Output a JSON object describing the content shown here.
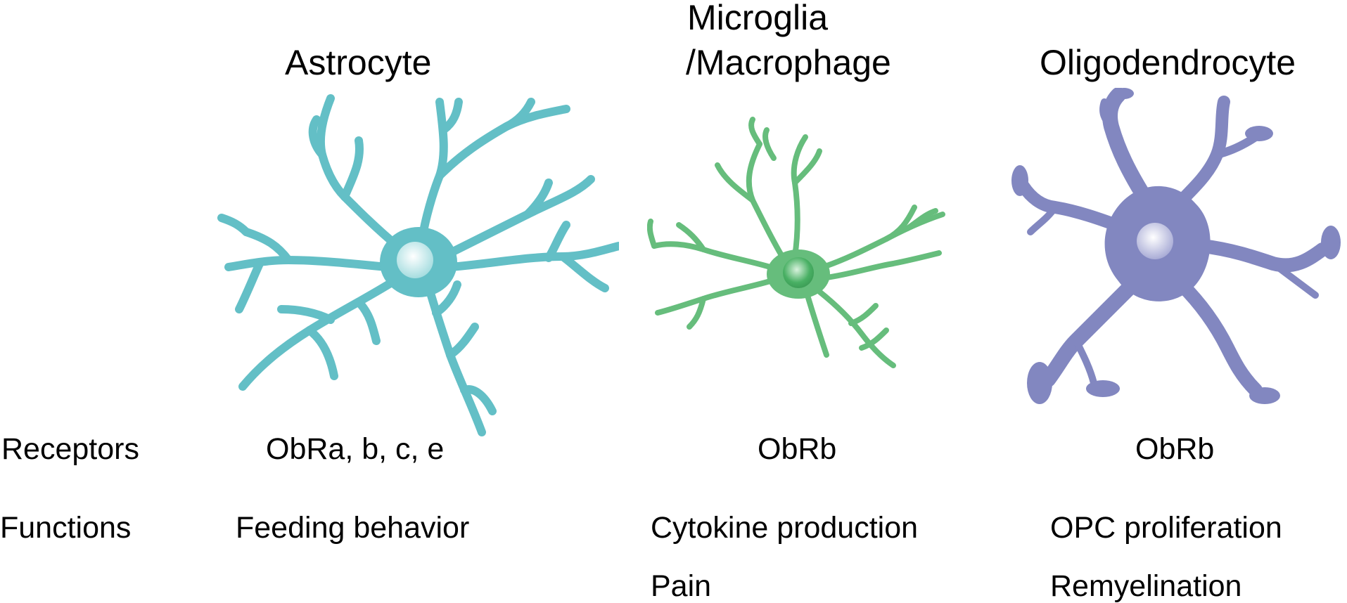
{
  "row_labels": {
    "receptors": "Receptors",
    "functions": "Functions"
  },
  "cells": [
    {
      "title": "Astrocyte",
      "color": "#63bfc6",
      "receptors": "ObRa, b, c, e",
      "functions": [
        "Feeding behavior"
      ]
    },
    {
      "title_lines": [
        "Microglia",
        "/Macrophage"
      ],
      "color": "#66bd7c",
      "receptors": "ObRb",
      "functions": [
        "Cytokine production",
        "Pain"
      ]
    },
    {
      "title": "Oligodendrocyte",
      "color": "#8287c0",
      "receptors": "ObRb",
      "functions": [
        "OPC proliferation",
        "Remyelination"
      ]
    }
  ]
}
